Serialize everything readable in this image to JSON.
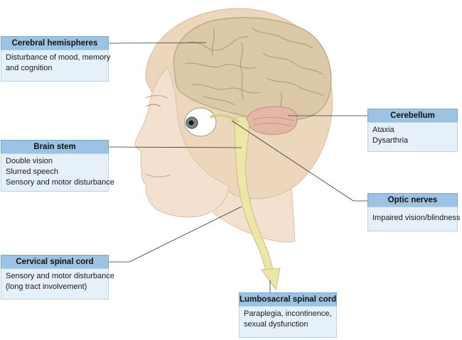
{
  "callouts": [
    {
      "key": "cerebral",
      "title": "Cerebral hemispheres",
      "lines": [
        "Disturbance of mood, memory",
        "and cognition"
      ]
    },
    {
      "key": "brainstem",
      "title": "Brain stem",
      "lines": [
        "Double vision",
        "Slurred speech",
        "Sensory and motor disturbance"
      ]
    },
    {
      "key": "cervical",
      "title": "Cervical spinal cord",
      "lines": [
        "Sensory and motor disturbance",
        "(long tract involvement)"
      ]
    },
    {
      "key": "cerebellum",
      "title": "Cerebellum",
      "lines": [
        "Ataxia",
        "Dysarthria"
      ]
    },
    {
      "key": "optic",
      "title": "Optic nerves",
      "lines": [
        "Impaired vision/blindness"
      ]
    },
    {
      "key": "lumbosacral",
      "title": "Lumbosacral spinal cord",
      "lines": [
        "Paraplegia, incontinence,",
        "sexual dysfunction"
      ]
    }
  ],
  "colors": {
    "header": "#9cc3e3",
    "body": "#e6f0f9",
    "skin": "#f4e0cf",
    "hair": "#ecd7bd",
    "brain": "#dcc9a8",
    "cerebellum": "#e2b7a6",
    "spinal_cord": "#ece6a8"
  }
}
